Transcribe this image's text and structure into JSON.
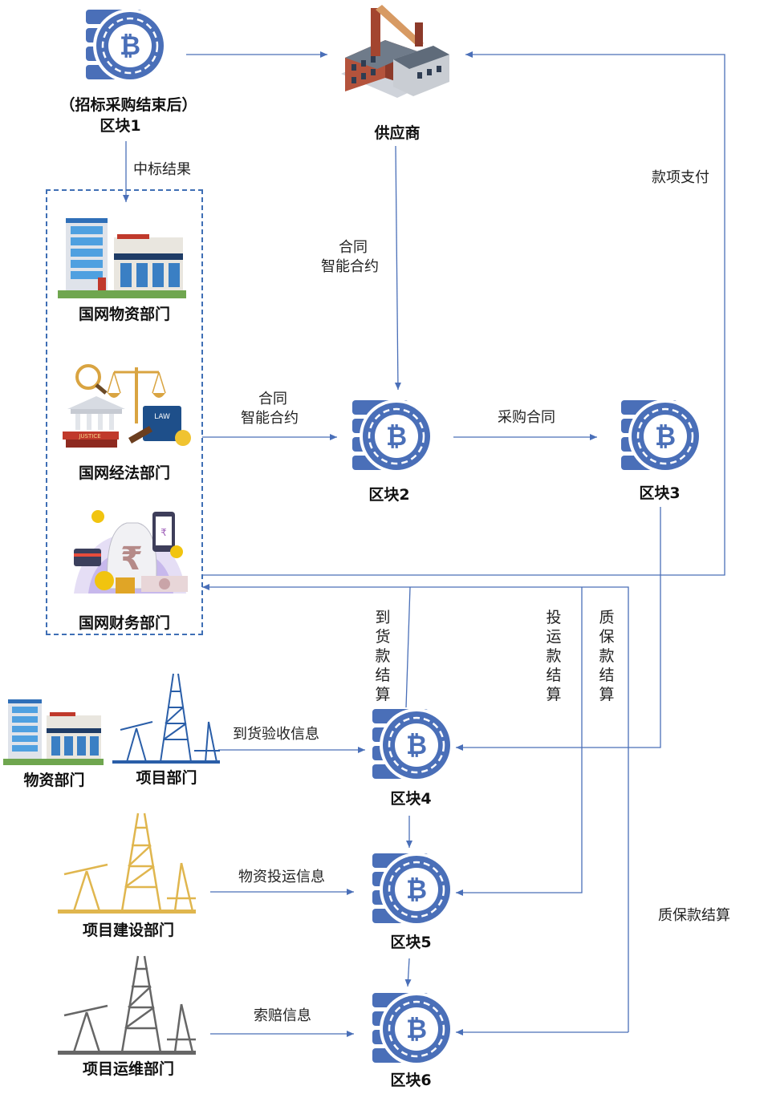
{
  "nodes": {
    "block1": {
      "label_top": "（招标采购结束后）",
      "label": "区块1"
    },
    "supplier": {
      "label": "供应商"
    },
    "block2": {
      "label": "区块2"
    },
    "block3": {
      "label": "区块3"
    },
    "block4": {
      "label": "区块4"
    },
    "block5": {
      "label": "区块5"
    },
    "block6": {
      "label": "区块6"
    },
    "dept_material": {
      "label": "国网物资部门"
    },
    "dept_legal": {
      "label": "国网经法部门"
    },
    "dept_finance": {
      "label": "国网财务部门"
    },
    "local_material": {
      "label": "物资部门"
    },
    "local_project": {
      "label": "项目部门"
    },
    "project_build": {
      "label": "项目建设部门"
    },
    "project_ops": {
      "label": "项目运维部门"
    }
  },
  "edges": {
    "bid_result": "中标结果",
    "supplier_contract_1": "合同",
    "supplier_contract_2": "智能合约",
    "legal_contract_1": "合同",
    "legal_contract_2": "智能合约",
    "purchase_contract": "采购合同",
    "payment": "款项支付",
    "arrival_settle": "到货款结算",
    "transport_settle": "投运款结算",
    "warranty_settle_v": "质保款结算",
    "arrival_inspect": "到货验收信息",
    "transport_info": "物资投运信息",
    "claim_info": "索赔信息",
    "warranty_settle_h": "质保款结算"
  },
  "colors": {
    "block": "#4a6fb8",
    "block_dark": "#3a5a9c",
    "edge": "#4a6fb8",
    "gold": "#e7bd52",
    "gray": "#666666"
  }
}
